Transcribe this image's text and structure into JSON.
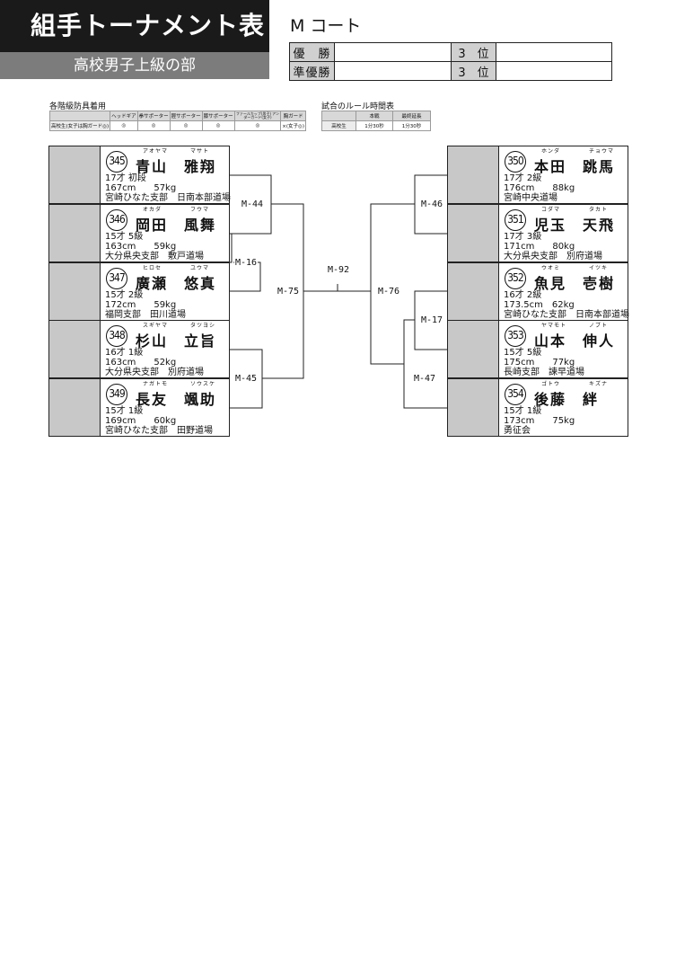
{
  "header": {
    "title": "組手トーナメント表",
    "division": "高校男子上級の部",
    "court": "M コート"
  },
  "results": {
    "winner_label": "優　勝",
    "runner_up_label": "準優勝",
    "third_label_1": "3　位",
    "third_label_2": "3　位"
  },
  "protective_gear": {
    "caption": "各階級防具着用",
    "headers": [
      "",
      "ヘッドギア",
      "拳サポーター",
      "脛サポーター",
      "膝サポーター",
      "ファールカップ(男子) アンダーガード(女子)",
      "胸ガード"
    ],
    "row": [
      "高校生(女子は胸ガード◎)",
      "◎",
      "◎",
      "◎",
      "◎",
      "◎",
      "×(女子◎)"
    ]
  },
  "rules_time": {
    "caption": "試合のルール時間表",
    "headers": [
      "",
      "本戦",
      "最終延長"
    ],
    "row": [
      "高校生",
      "1分30秒",
      "1分30秒"
    ]
  },
  "left_entries": [
    {
      "num": "345",
      "kana1": "アオヤマ",
      "kana2": "マサト",
      "name": "青山　雅翔",
      "l1": "17才 初段",
      "l2": "167cm　　57kg",
      "l3": "宮崎ひなた支部　日南本部道場"
    },
    {
      "num": "346",
      "kana1": "オカダ",
      "kana2": "フウマ",
      "name": "岡田　風舞",
      "l1": "15才 5級",
      "l2": "163cm　　59kg",
      "l3": "大分県央支部　敷戸道場"
    },
    {
      "num": "347",
      "kana1": "ヒロセ",
      "kana2": "ユウマ",
      "name": "廣瀬　悠真",
      "l1": "15才 2級",
      "l2": "172cm　　59kg",
      "l3": "福岡支部　田川道場"
    },
    {
      "num": "348",
      "kana1": "スギヤマ",
      "kana2": "タツヨシ",
      "name": "杉山　立旨",
      "l1": "16才 1級",
      "l2": "163cm　　52kg",
      "l3": "大分県央支部　別府道場"
    },
    {
      "num": "349",
      "kana1": "ナガトモ",
      "kana2": "ソウスケ",
      "name": "長友　颯助",
      "l1": "15才 1級",
      "l2": "169cm　　60kg",
      "l3": "宮崎ひなた支部　田野道場"
    }
  ],
  "right_entries": [
    {
      "num": "350",
      "kana1": "ホンダ",
      "kana2": "チョウマ",
      "name": "本田　跳馬",
      "l1": "17才 2級",
      "l2": "176cm　　88kg",
      "l3": "宮崎中央道場"
    },
    {
      "num": "351",
      "kana1": "コダマ",
      "kana2": "タカト",
      "name": "児玉　天飛",
      "l1": "17才 3級",
      "l2": "171cm　　80kg",
      "l3": "大分県央支部　別府道場"
    },
    {
      "num": "352",
      "kana1": "ウオミ",
      "kana2": "イツキ",
      "name": "魚見　壱樹",
      "l1": "16才 2級",
      "l2": "173.5cm　62kg",
      "l3": "宮崎ひなた支部　日南本部道場"
    },
    {
      "num": "353",
      "kana1": "ヤマモト",
      "kana2": "ノブト",
      "name": "山本　伸人",
      "l1": "15才 5級",
      "l2": "175cm　　77kg",
      "l3": "長崎支部　諫早道場"
    },
    {
      "num": "354",
      "kana1": "ゴトウ",
      "kana2": "キズナ",
      "name": "後藤　絆",
      "l1": "15才 1級",
      "l2": "173cm　　75kg",
      "l3": "勇征会"
    }
  ],
  "matches": {
    "m44": "M-44",
    "m16": "M-16",
    "m45": "M-45",
    "m75": "M-75",
    "m92": "M-92",
    "m46": "M-46",
    "m17": "M-17",
    "m47": "M-47",
    "m76": "M-76"
  }
}
